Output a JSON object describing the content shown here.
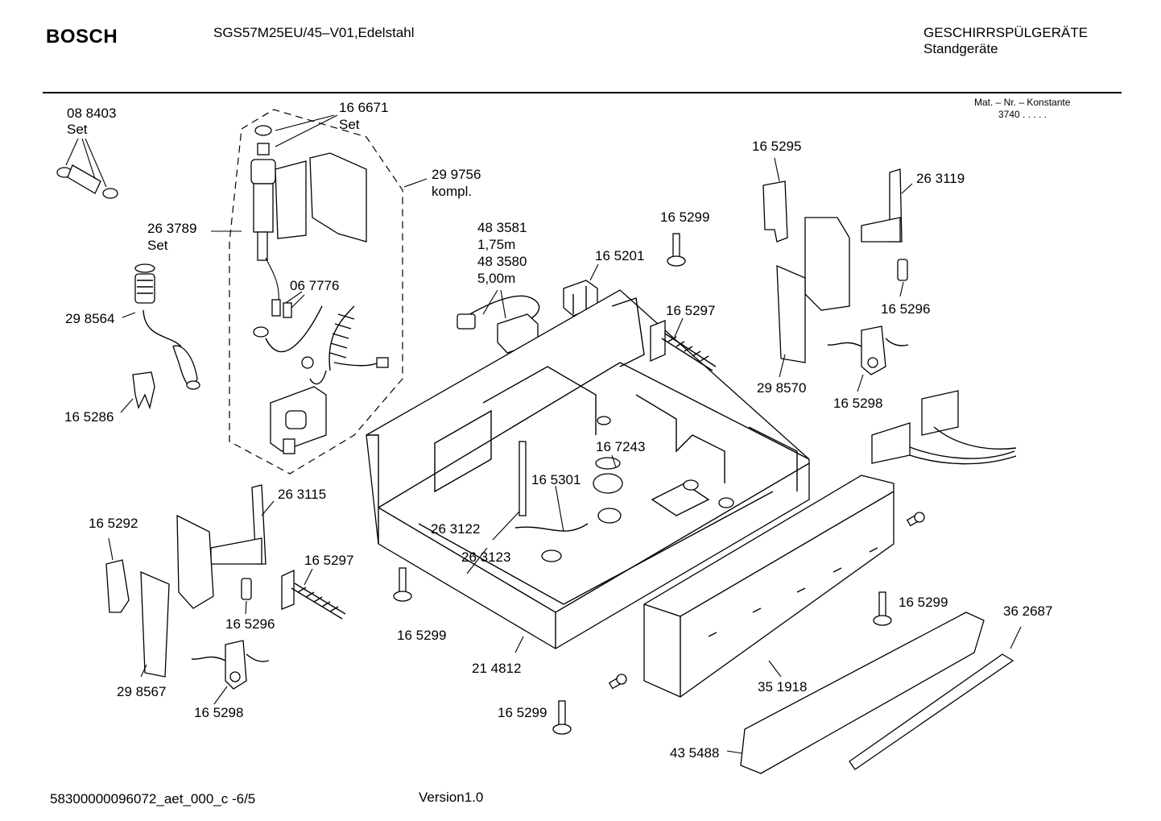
{
  "header": {
    "brand": "BOSCH",
    "model": "SGS57M25EU/45–V01,Edelstahl",
    "category": "GESCHIRRSPÜLGERÄTE",
    "subcategory": "Standgeräte",
    "mat_label": "Mat. – Nr. – Konstante",
    "mat_value": "3740  .  .  .  .  ."
  },
  "footer": {
    "doc_id": "58300000096072_aet_000_c   -6/5",
    "version": "Version1.0"
  },
  "labels": {
    "l088403": "08 8403",
    "l088403s": "Set",
    "l166671": "16 6671",
    "l166671s": "Set",
    "l299756": "29 9756",
    "l299756s": "kompl.",
    "l263789": "26 3789",
    "l263789s": "Set",
    "l298564": "29 8564",
    "l067776": "06 7776",
    "l165286": "16 5286",
    "l483581": "48 3581",
    "l175m": "1,75m",
    "l483580": "48 3580",
    "l500m": "5,00m",
    "l165201": "16 5201",
    "l165299a": "16 5299",
    "l165297a": "16 5297",
    "l165295": "16 5295",
    "l263119": "26 3119",
    "l165296a": "16 5296",
    "l298570": "29 8570",
    "l165298a": "16 5298",
    "l167243": "16 7243",
    "l165301": "16 5301",
    "l263122": "26 3122",
    "l263123": "26 3123",
    "l263115": "26 3115",
    "l165292": "16 5292",
    "l165297b": "16 5297",
    "l165296b": "16 5296",
    "l298567": "29 8567",
    "l165298b": "16 5298",
    "l165299b": "16 5299",
    "l214812": "21 4812",
    "l165299c": "16 5299",
    "l165299d": "16 5299",
    "l362687": "36 2687",
    "l351918": "35 1918",
    "l435488": "43 5488"
  }
}
